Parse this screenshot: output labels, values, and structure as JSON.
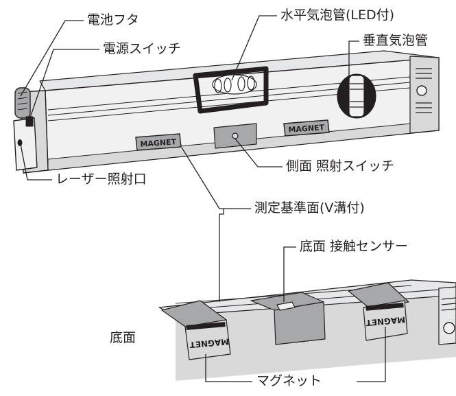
{
  "labels": {
    "battery_cover": "電池フタ",
    "power_switch": "電源スイッチ",
    "horizontal_vial": "水平気泡管(LED付)",
    "vertical_vial": "垂直気泡管",
    "laser_port": "レーザー照射口",
    "side_switch": "側面 照射スイッチ",
    "reference_face": "測定基準面(V溝付)",
    "contact_sensor": "底面 接触センサー",
    "bottom": "底面",
    "magnet": "マグネット"
  },
  "badges": {
    "magnet_text": "MAGNET",
    "magnet_text_flipped": "MAGNET"
  },
  "colors": {
    "outline": "#231f20",
    "body_light": "#f1f1f2",
    "body_mid": "#d9d9da",
    "body_dark": "#a7a8aa",
    "window": "#231f20"
  }
}
